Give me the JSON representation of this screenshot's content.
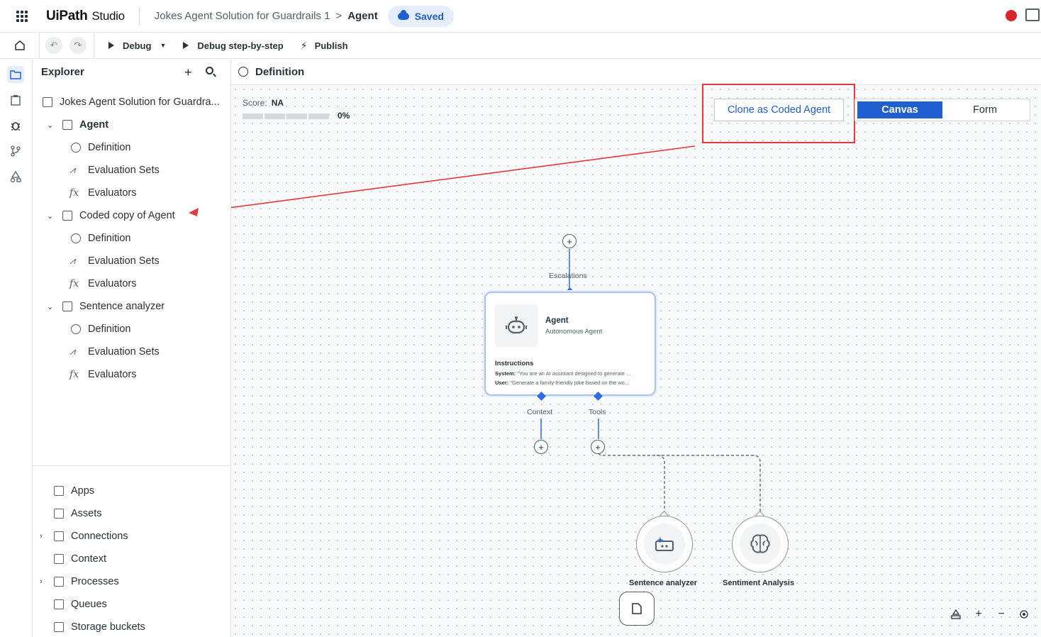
{
  "header": {
    "logo": "UiPath",
    "product": "Studio",
    "breadcrumb_project": "Jokes Agent Solution for Guardrails 1",
    "breadcrumb_sep": ">",
    "breadcrumb_current": "Agent",
    "save_status": "Saved",
    "record_color": "#d7262c"
  },
  "toolbar": {
    "debug_label": "Debug",
    "debug_step_label": "Debug step-by-step",
    "publish_label": "Publish"
  },
  "explorer": {
    "title": "Explorer",
    "root": "Jokes Agent Solution for Guardra...",
    "groups": [
      {
        "label": "Agent",
        "children": [
          "Definition",
          "Evaluation Sets",
          "Evaluators"
        ]
      },
      {
        "label": "Coded copy of Agent",
        "children": [
          "Definition",
          "Evaluation Sets",
          "Evaluators"
        ]
      },
      {
        "label": "Sentence analyzer",
        "children": [
          "Definition",
          "Evaluation Sets",
          "Evaluators"
        ]
      }
    ],
    "resources": [
      "Apps",
      "Assets",
      "Connections",
      "Context",
      "Processes",
      "Queues",
      "Storage buckets"
    ]
  },
  "canvas": {
    "title": "Definition",
    "score_label": "Score:",
    "score_value": "NA",
    "score_percent": "0%",
    "clone_button": "Clone as Coded Agent",
    "view_canvas": "Canvas",
    "view_form": "Form",
    "escalations_label": "Escalations",
    "context_label": "Context",
    "tools_label": "Tools",
    "agent": {
      "name": "Agent",
      "type": "Autonomous Agent",
      "instructions_title": "Instructions",
      "system_prefix": "System:",
      "system_text": "\"You are an AI assistant designed to generate ...",
      "user_prefix": "User:",
      "user_text": "\"Generate a family-friendly joke based on the wo..."
    },
    "tools": [
      "Sentence analyzer",
      "Sentiment Analysis"
    ],
    "accent_color": "#1f5fd1",
    "highlight_color": "#e0393e"
  }
}
